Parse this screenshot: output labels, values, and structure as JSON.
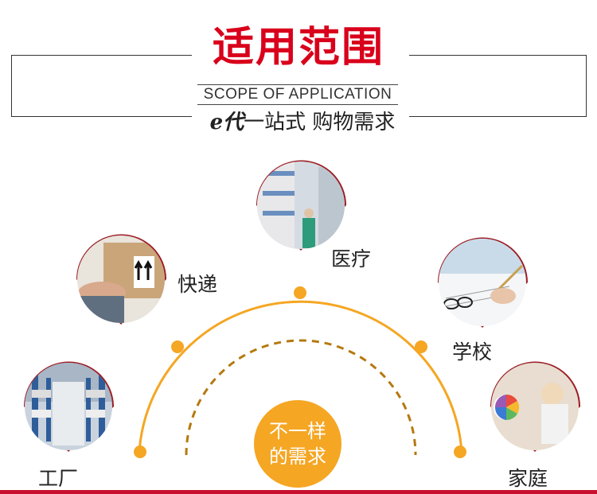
{
  "header": {
    "title": "适用范围",
    "subtitle": "SCOPE OF APPLICATION",
    "slogan_brand": "e代",
    "slogan_text": "一站式 购物需求"
  },
  "center": {
    "line1": "不一样",
    "line2": "的需求"
  },
  "scenes": [
    {
      "label": "工厂",
      "photo": "warehouse shelves"
    },
    {
      "label": "快递",
      "photo": "parcel handover"
    },
    {
      "label": "医疗",
      "photo": "pharmacy aisle"
    },
    {
      "label": "学校",
      "photo": "writing with pen"
    },
    {
      "label": "家庭",
      "photo": "family with color wheel"
    }
  ],
  "colors": {
    "title_red": "#d9001b",
    "pin_border": "#9b1c23",
    "arc_orange": "#f5a623",
    "dashed_arc": "#b5790f"
  }
}
